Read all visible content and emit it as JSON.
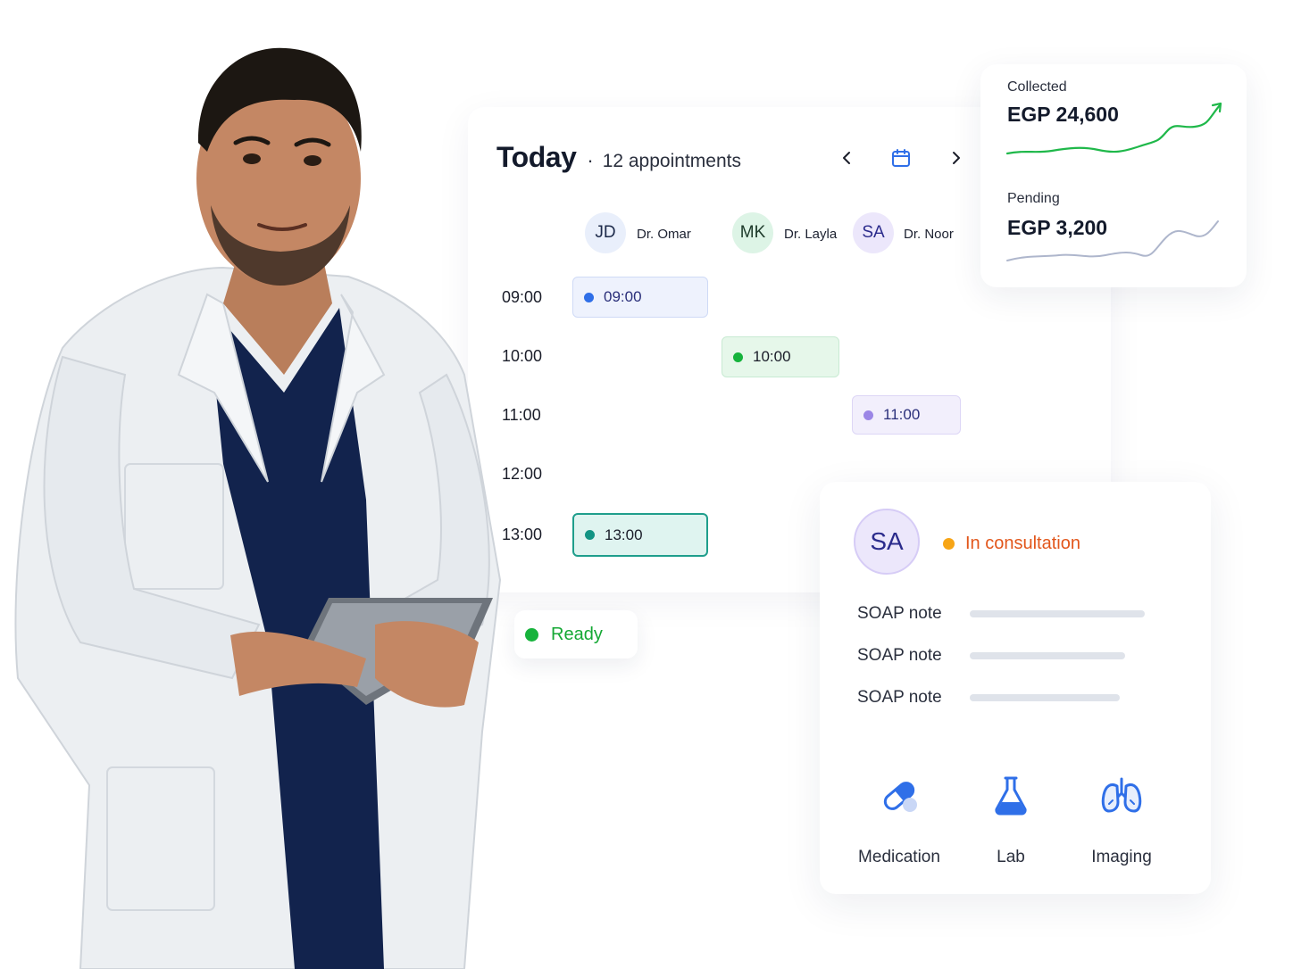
{
  "schedule": {
    "title": "Today",
    "separator": "·",
    "appointment_count": "12 appointments",
    "nav": {
      "prev_icon": "chevron-left-icon",
      "calendar_icon": "calendar-icon",
      "next_icon": "chevron-right-icon"
    },
    "doctors": [
      {
        "initials": "JD",
        "name": "Dr. Omar",
        "avatar_bg": "#e9effb",
        "avatar_fg": "#1d2a4a"
      },
      {
        "initials": "MK",
        "name": "Dr. Layla",
        "avatar_bg": "#ddf4e6",
        "avatar_fg": "#1d3a2a"
      },
      {
        "initials": "SA",
        "name": "Dr. Noor",
        "avatar_bg": "#ece7fb",
        "avatar_fg": "#2b2b8c"
      }
    ],
    "time_slots": [
      "09:00",
      "10:00",
      "11:00",
      "12:00",
      "13:00"
    ],
    "appointments": [
      {
        "time": "09:00",
        "doctor": "Dr. Omar",
        "bg": "#eef2fd",
        "border": "#cfdaf6",
        "dot": "#2f6fe8",
        "text": "#2a2f7a"
      },
      {
        "time": "10:00",
        "doctor": "Dr. Layla",
        "bg": "#e6f7ea",
        "border": "#c8ead2",
        "dot": "#16b33c",
        "text": "#1a1d29"
      },
      {
        "time": "11:00",
        "doctor": "Dr. Noor",
        "bg": "#f2effc",
        "border": "#ddd6f6",
        "dot": "#9b86e6",
        "text": "#2a2f7a"
      },
      {
        "time": "13:00",
        "doctor": "Dr. Omar",
        "bg": "#dff4f0",
        "border": "#1f9e8c",
        "dot": "#129484",
        "text": "#1a1d29"
      }
    ]
  },
  "finance": {
    "collected_label": "Collected",
    "collected_value": "EGP 24,600",
    "collected_color": "#1fb84a",
    "pending_label": "Pending",
    "pending_value": "EGP 3,200",
    "pending_color": "#aeb6cc"
  },
  "patient": {
    "initials": "SA",
    "status": "In consultation",
    "status_color": "#e2561b",
    "soap_notes": [
      {
        "label": "SOAP note"
      },
      {
        "label": "SOAP note"
      },
      {
        "label": "SOAP note"
      }
    ],
    "tools": [
      {
        "label": "Medication",
        "icon": "pill-icon"
      },
      {
        "label": "Lab",
        "icon": "flask-icon"
      },
      {
        "label": "Imaging",
        "icon": "lungs-icon"
      }
    ]
  },
  "ready_chip": {
    "label": "Ready",
    "color": "#14a834"
  },
  "colors": {
    "accent_blue": "#2f6fe8",
    "success_green": "#16b33c",
    "warning_orange": "#f7a516"
  }
}
